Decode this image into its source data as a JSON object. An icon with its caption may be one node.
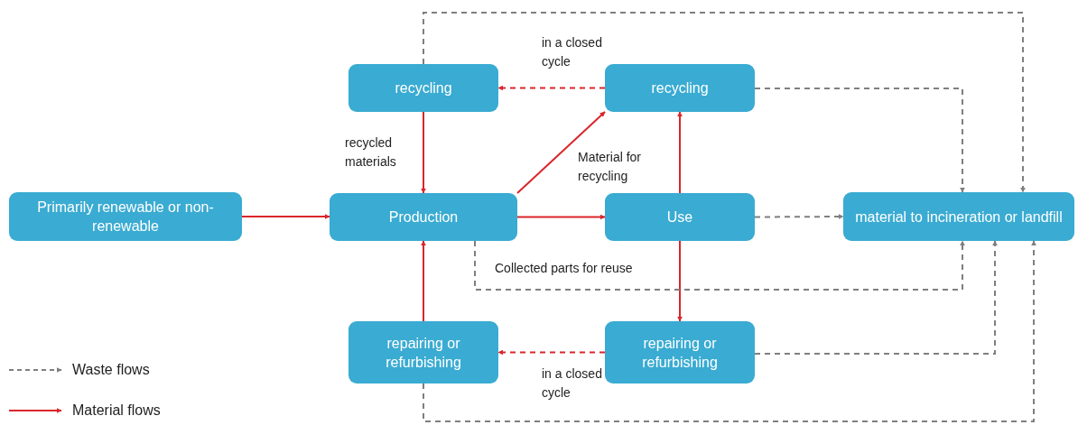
{
  "diagram": {
    "nodes": [
      {
        "text": [
          "Primarily renewable or non-renewable"
        ]
      },
      {
        "text": [
          "recycling"
        ]
      },
      {
        "text": [
          "recycling"
        ]
      },
      {
        "text": [
          "Production"
        ]
      },
      {
        "text": [
          "Use"
        ]
      },
      {
        "text": [
          "material to incineration or landfill"
        ]
      },
      {
        "text": [
          "repairing or refurbishing"
        ]
      },
      {
        "text": [
          "repairing or refurbishing"
        ]
      }
    ],
    "edges": [
      {
        "from": 0,
        "to": 3,
        "arrow": "to"
      },
      {
        "from": 1,
        "to": 3,
        "arrow": "to",
        "label": "recycled materials"
      },
      {
        "from": 2,
        "to": 1,
        "arrow": "to",
        "style": "dashed",
        "label": "in a closed cycle"
      },
      {
        "from": 3,
        "to": 2,
        "arrow": "to",
        "label": "Material for recycling"
      },
      {
        "from": 3,
        "to": 4,
        "arrow": "to"
      },
      {
        "from": 4,
        "to": 2,
        "arrow": "to"
      },
      {
        "from": 4,
        "to": 7,
        "arrow": "to"
      },
      {
        "from": 7,
        "to": 6,
        "arrow": "to",
        "style": "dashed",
        "label": "in a closed cycle"
      },
      {
        "from": 6,
        "to": 3,
        "arrow": "to"
      },
      {
        "from": 1,
        "to": 5,
        "arrow": "to",
        "style": "dashed",
        "color": "#7f7f7f"
      },
      {
        "from": 2,
        "to": 5,
        "arrow": "to",
        "style": "dashed",
        "color": "#7f7f7f"
      },
      {
        "from": 4,
        "to": 5,
        "arrow": "to",
        "style": "dashed",
        "color": "#7f7f7f"
      },
      {
        "from": 3,
        "to": 5,
        "arrow": "to",
        "style": "dashed",
        "color": "#7f7f7f",
        "label": "Collected parts for reuse"
      },
      {
        "from": 7,
        "to": 5,
        "arrow": "to",
        "style": "dashed",
        "color": "#7f7f7f"
      },
      {
        "from": 6,
        "to": 5,
        "arrow": "to",
        "style": "dashed",
        "color": "#7f7f7f"
      }
    ],
    "legend": [
      {
        "text": "Waste flows"
      },
      {
        "text": "Material flows"
      }
    ]
  }
}
